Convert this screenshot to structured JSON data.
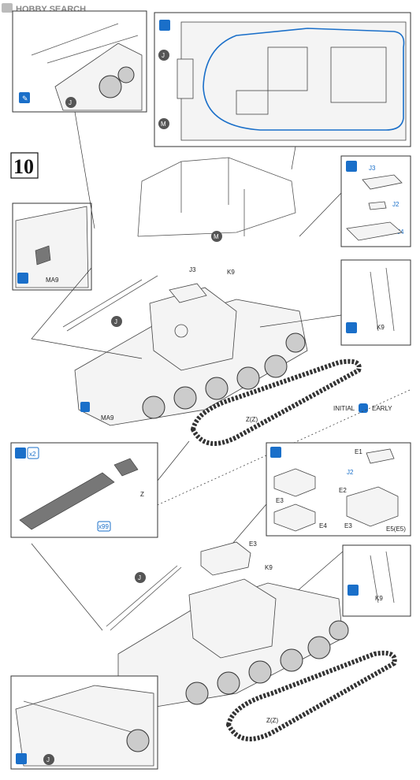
{
  "watermark": {
    "text": "HOBBY SEARCH"
  },
  "step": {
    "number": "10"
  },
  "labels": {
    "J": "J",
    "M": "M",
    "J3": "J3",
    "J2": "J2",
    "J4": "J4",
    "K9": "K9",
    "MA9": "MA9",
    "Z_Z": "Z(Z)",
    "Z": "Z",
    "E1": "E1",
    "E2": "E2",
    "E3": "E3",
    "E4": "E4",
    "E5_E5": "E5(E5)",
    "initial": "INITIAL",
    "early": "EARLY",
    "x2": "x2",
    "count99": "x99"
  },
  "colors": {
    "accent": "#1a6fc9",
    "ink": "#222222"
  },
  "icons": [
    "glue-icon",
    "cement-icon",
    "option-switch-icon"
  ]
}
